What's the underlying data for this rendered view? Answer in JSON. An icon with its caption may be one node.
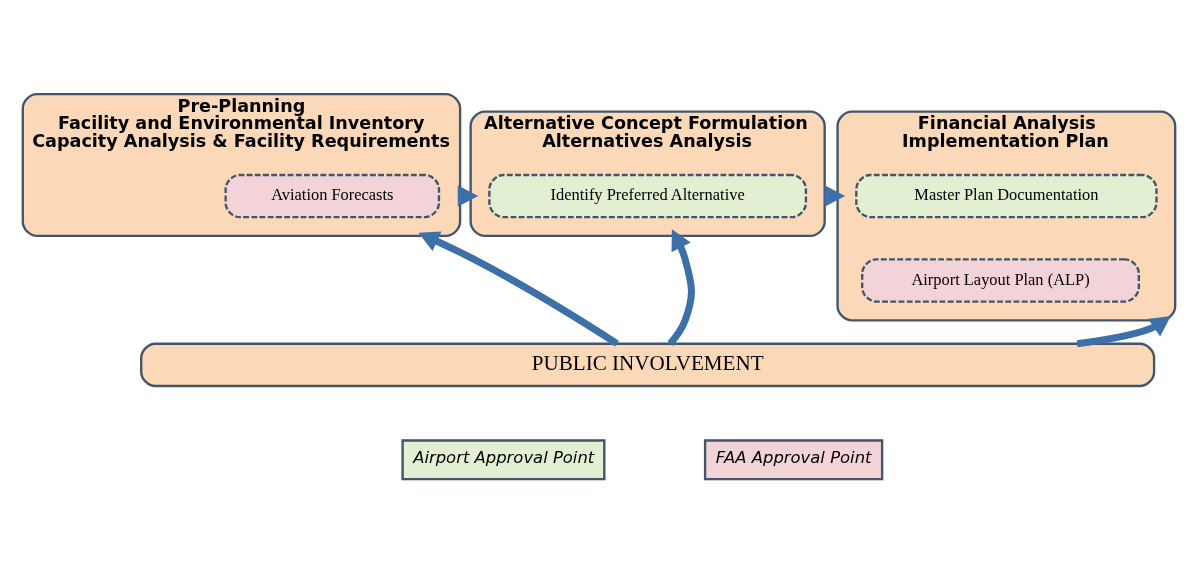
{
  "diagram": {
    "nodes": [
      {
        "text": [
          "Pre-Planning",
          "Facility and Environmental Inventory",
          "Capacity Analysis & Facility Requirements"
        ]
      },
      {
        "text": [
          "Aviation Forecasts"
        ],
        "in": 0
      },
      {
        "text": [
          "Alternative Concept Formulation",
          "Alternatives Analysis"
        ]
      },
      {
        "text": [
          "Identify Preferred Alternative"
        ],
        "in": 2
      },
      {
        "text": [
          "Financial Analysis",
          "Implementation Plan"
        ]
      },
      {
        "text": [
          "Master Plan Documentation"
        ],
        "in": 4
      },
      {
        "text": [
          "Airport Layout Plan (ALP)"
        ],
        "in": 4
      },
      {
        "text": [
          "PUBLIC INVOLVEMENT"
        ]
      }
    ],
    "edges": [
      {
        "from": 0,
        "to": 2,
        "arrow": "to"
      },
      {
        "from": 2,
        "to": 4,
        "arrow": "to"
      },
      {
        "from": 7,
        "to": 0,
        "arrow": "to"
      },
      {
        "from": 7,
        "to": 2,
        "arrow": "to"
      },
      {
        "from": 7,
        "to": 4,
        "arrow": "to"
      }
    ],
    "legend": [
      {
        "text": "Airport Approval Point",
        "color": "#e2efd3"
      },
      {
        "text": "FAA Approval Point",
        "color": "#f2d3d8"
      }
    ]
  }
}
